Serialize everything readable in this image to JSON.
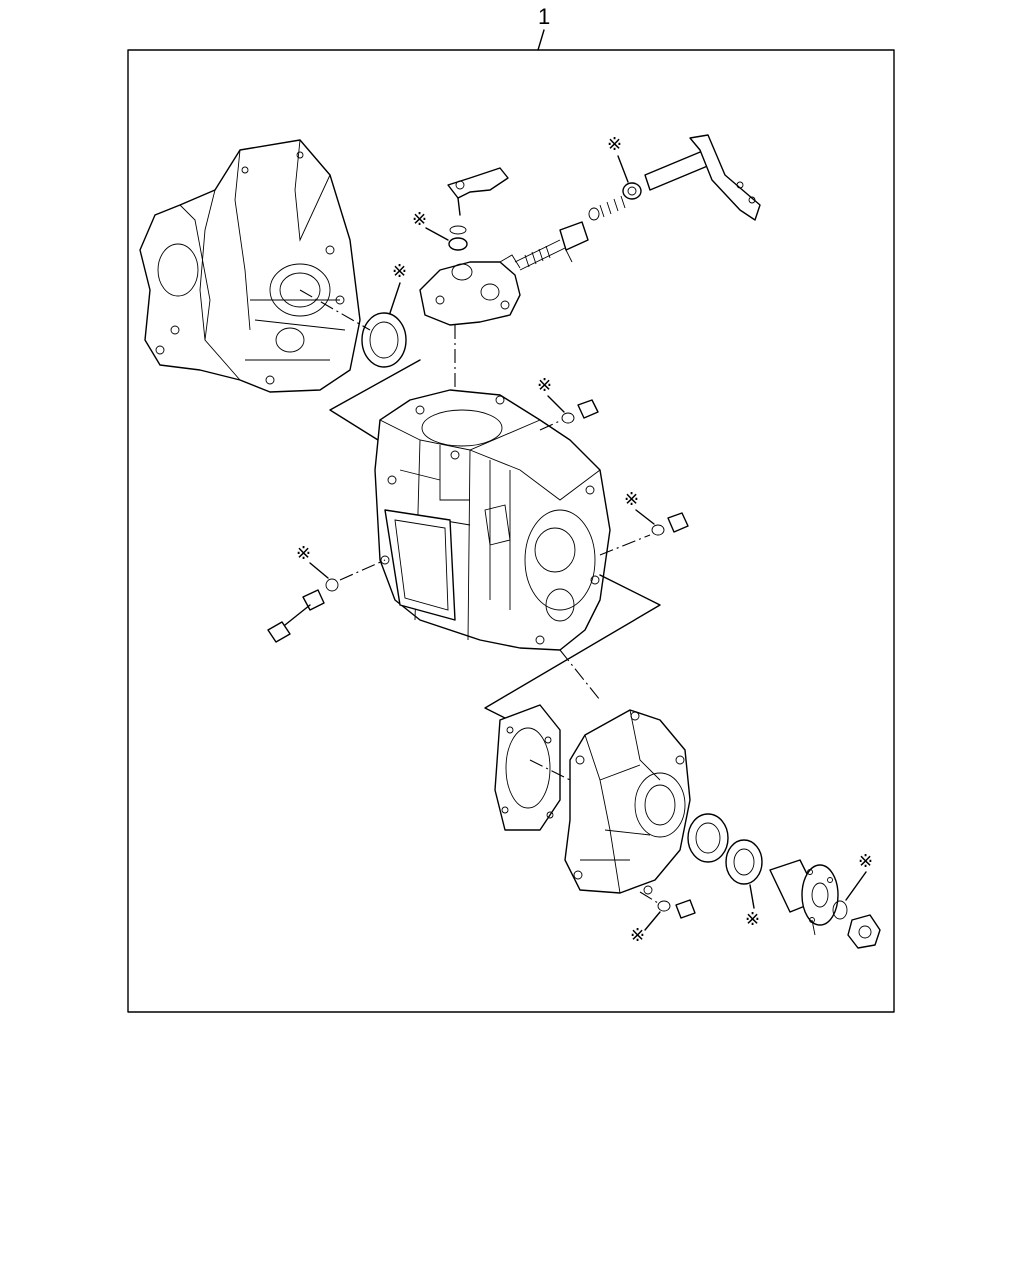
{
  "diagram": {
    "assembly_callout": "1",
    "replacement_mark": "※",
    "parts": [
      {
        "name": "clutch-housing"
      },
      {
        "name": "front-oil-seal"
      },
      {
        "name": "shift-control-housing"
      },
      {
        "name": "shift-lever"
      },
      {
        "name": "shift-shaft-assembly"
      },
      {
        "name": "transmission-case"
      },
      {
        "name": "adapter-gasket"
      },
      {
        "name": "rear-extension-housing"
      },
      {
        "name": "bearing"
      },
      {
        "name": "rear-oil-seal"
      },
      {
        "name": "output-flange"
      },
      {
        "name": "flange-nut"
      },
      {
        "name": "drain-plug"
      },
      {
        "name": "filler-plug"
      },
      {
        "name": "case-bolt"
      }
    ]
  }
}
